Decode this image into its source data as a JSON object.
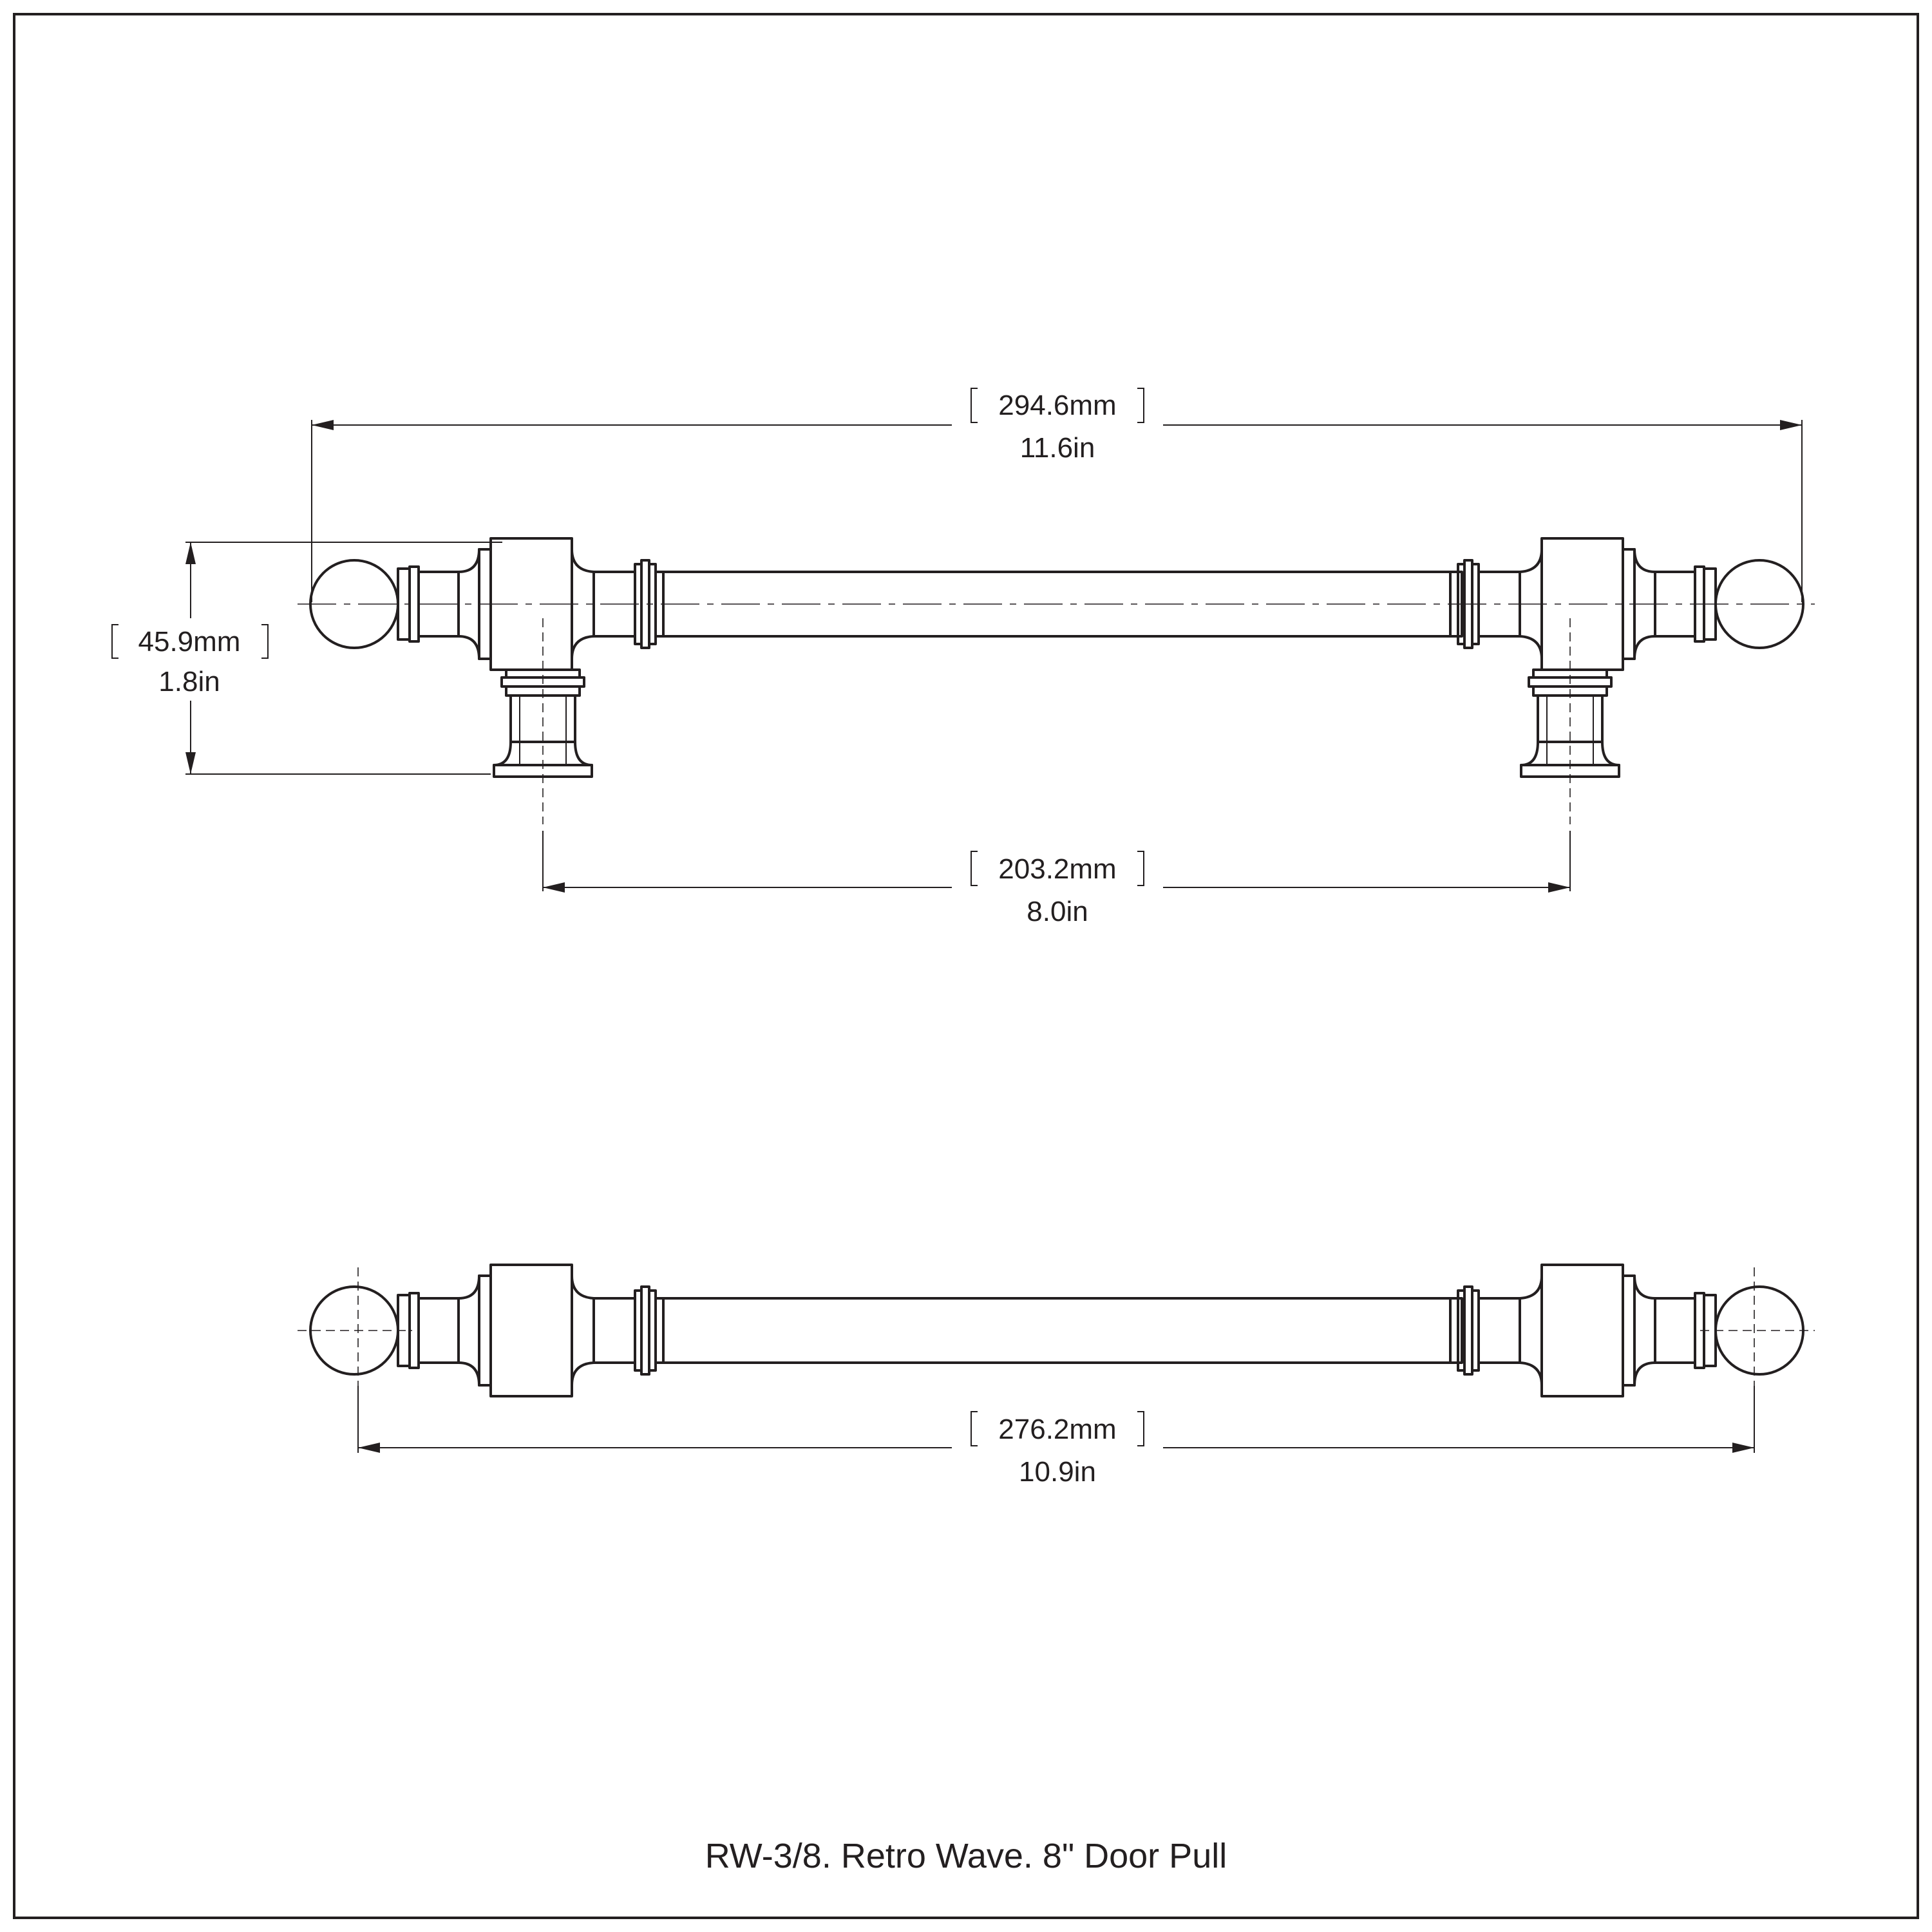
{
  "title": "RW-3/8. Retro Wave. 8\" Door Pull",
  "dimensions": {
    "overall_length": {
      "mm": "294.6mm",
      "in": "11.6in"
    },
    "projection": {
      "mm": "45.9mm",
      "in": "1.8in"
    },
    "center_to_center": {
      "mm": "203.2mm",
      "in": "8.0in"
    },
    "ball_center_distance": {
      "mm": "276.2mm",
      "in": "10.9in"
    }
  }
}
